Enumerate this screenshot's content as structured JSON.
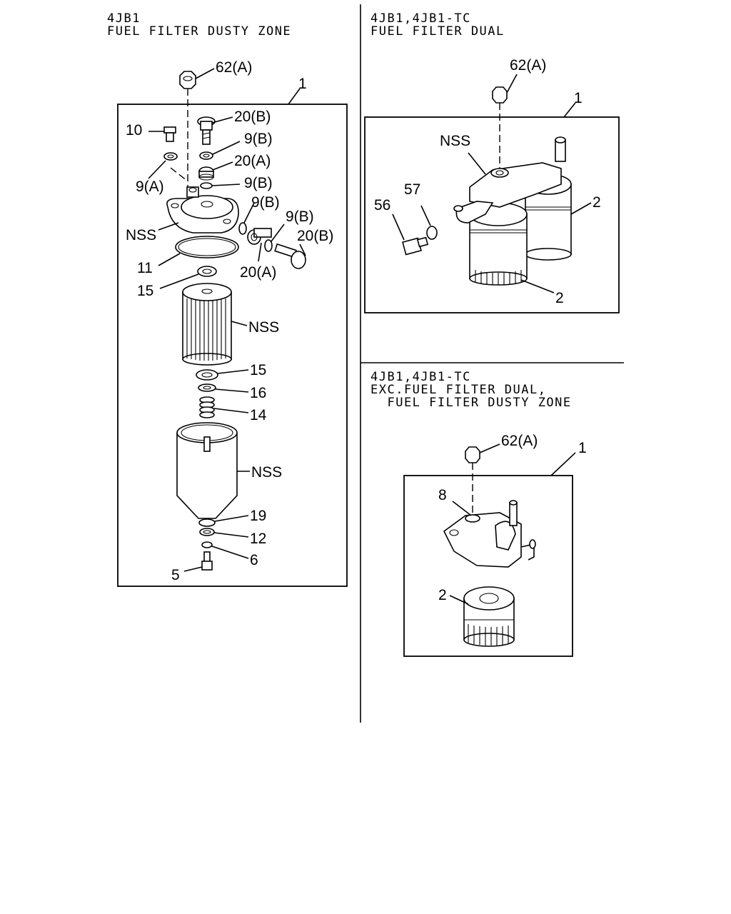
{
  "panels": {
    "dusty_zone": {
      "heading_line1": "4JB1",
      "heading_line2": "FUEL FILTER DUSTY ZONE",
      "callouts": {
        "c62a": "62(A)",
        "c1": "1",
        "c20b_top": "20(B)",
        "c10": "10",
        "c9b_1": "9(B)",
        "c20a_top": "20(A)",
        "c9a": "9(A)",
        "c9b_2": "9(B)",
        "c9b_3": "9(B)",
        "c9b_4": "9(B)",
        "c20b_side": "20(B)",
        "cnss_head": "NSS",
        "c11": "11",
        "c20a_side": "20(A)",
        "c15_top": "15",
        "cnss_element": "NSS",
        "c15_bottom": "15",
        "c16": "16",
        "c14": "14",
        "cnss_bowl": "NSS",
        "c19": "19",
        "c12": "12",
        "c6": "6",
        "c5": "5"
      }
    },
    "dual": {
      "heading_line1": "4JB1,4JB1-TC",
      "heading_line2": "FUEL FILTER DUAL",
      "callouts": {
        "c62a": "62(A)",
        "c1": "1",
        "cnss": "NSS",
        "c57": "57",
        "c56": "56",
        "c2_right": "2",
        "c2_bottom": "2"
      }
    },
    "standard": {
      "heading_line1": "4JB1,4JB1-TC",
      "heading_line2": "EXC.FUEL FILTER DUAL,",
      "heading_line3": "  FUEL FILTER DUSTY ZONE",
      "callouts": {
        "c62a": "62(A)",
        "c1": "1",
        "c8": "8",
        "c2": "2"
      }
    }
  }
}
